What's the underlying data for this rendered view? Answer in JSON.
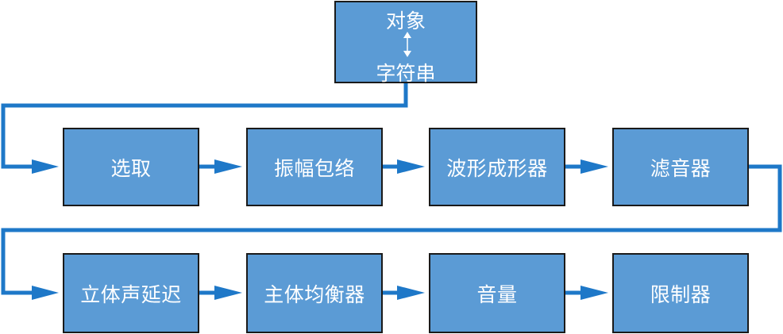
{
  "diagram": {
    "top_node": {
      "line1": "对象",
      "line2": "字符串"
    },
    "row1": [
      {
        "label": "选取"
      },
      {
        "label": "振幅包络"
      },
      {
        "label": "波形成形器"
      },
      {
        "label": "滤音器"
      }
    ],
    "row2": [
      {
        "label": "立体声延迟"
      },
      {
        "label": "主体均衡器"
      },
      {
        "label": "音量"
      },
      {
        "label": "限制器"
      }
    ],
    "colors": {
      "node_fill": "#5b9bd5",
      "node_border": "#1a1a1a",
      "connector": "#1e78c8",
      "text": "#ffffff"
    }
  }
}
